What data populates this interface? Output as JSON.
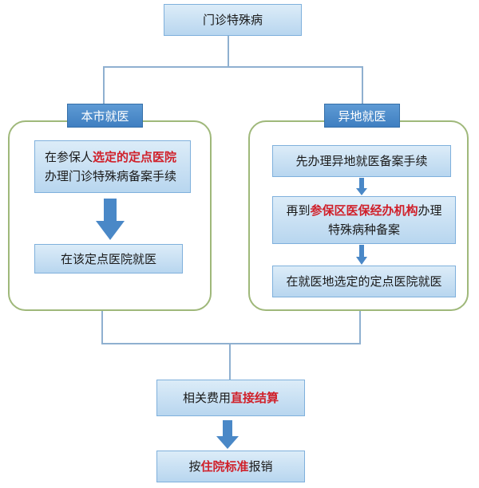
{
  "nodes": {
    "top": "门诊特殊病",
    "local_tag": "本市就医",
    "remote_tag": "异地就医",
    "local_1": {
      "a": "在参保人",
      "b": "选定的定点医院",
      "c": "办理门诊特殊病备案手续"
    },
    "local_2": "在该定点医院就医",
    "remote_1": "先办理异地就医备案手续",
    "remote_2": {
      "a": "再到",
      "b": "参保区医保经办机构",
      "c": "办理",
      "d": "特殊病种备案"
    },
    "remote_3": "在就医地选定的定点医院就医",
    "settle": {
      "a": "相关费用",
      "b": "直接结算"
    },
    "reimburse": {
      "a": "按",
      "b": "住院标准",
      "c": "报销"
    }
  },
  "colors": {
    "highlight": "#d0202a",
    "box_fill": "#c6def2",
    "tag_fill": "#4a88c7",
    "group_border": "#9fb87a",
    "arrow": "#4a88c7"
  }
}
